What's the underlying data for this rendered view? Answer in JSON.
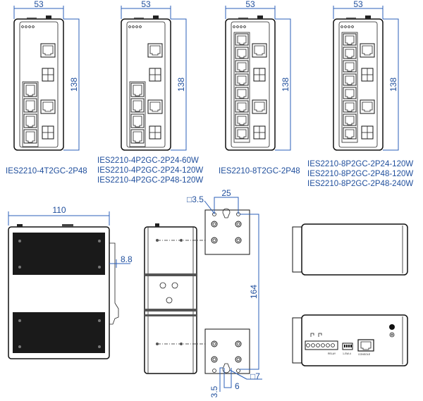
{
  "front_views": [
    {
      "width_label": "53",
      "height_label": "138",
      "models": [
        "IES2210-4T2GC-2P48"
      ]
    },
    {
      "width_label": "53",
      "height_label": "138",
      "models": [
        "IES2210-4P2GC-2P24-60W",
        "IES2210-4P2GC-2P24-120W",
        "IES2210-4P2GC-2P48-120W"
      ]
    },
    {
      "width_label": "53",
      "height_label": "138",
      "models": [
        "IES2210-8T2GC-2P48"
      ]
    },
    {
      "width_label": "53",
      "height_label": "138",
      "models": [
        "IES2210-8P2GC-2P24-120W",
        "IES2210-8P2GC-2P48-120W",
        "IES2210-8P2GC-2P48-240W"
      ]
    }
  ],
  "side_view": {
    "depth_label": "110",
    "din_offset_label": "8.8"
  },
  "wall_mount": {
    "hole_label": "□3.5",
    "hole_spacing_label": "25",
    "height_label": "164",
    "keyhole_label": "□7",
    "slot_offset_label": "3.5",
    "slot_width_label": "6"
  },
  "top_panel": {
    "relay_label": "RELAY",
    "dip_label": "1-SW-4",
    "console_label": "CONSOLE"
  },
  "colors": {
    "dimension": "#1f4e9c",
    "outline": "#111111",
    "heatsink": "#1a1a1a"
  }
}
